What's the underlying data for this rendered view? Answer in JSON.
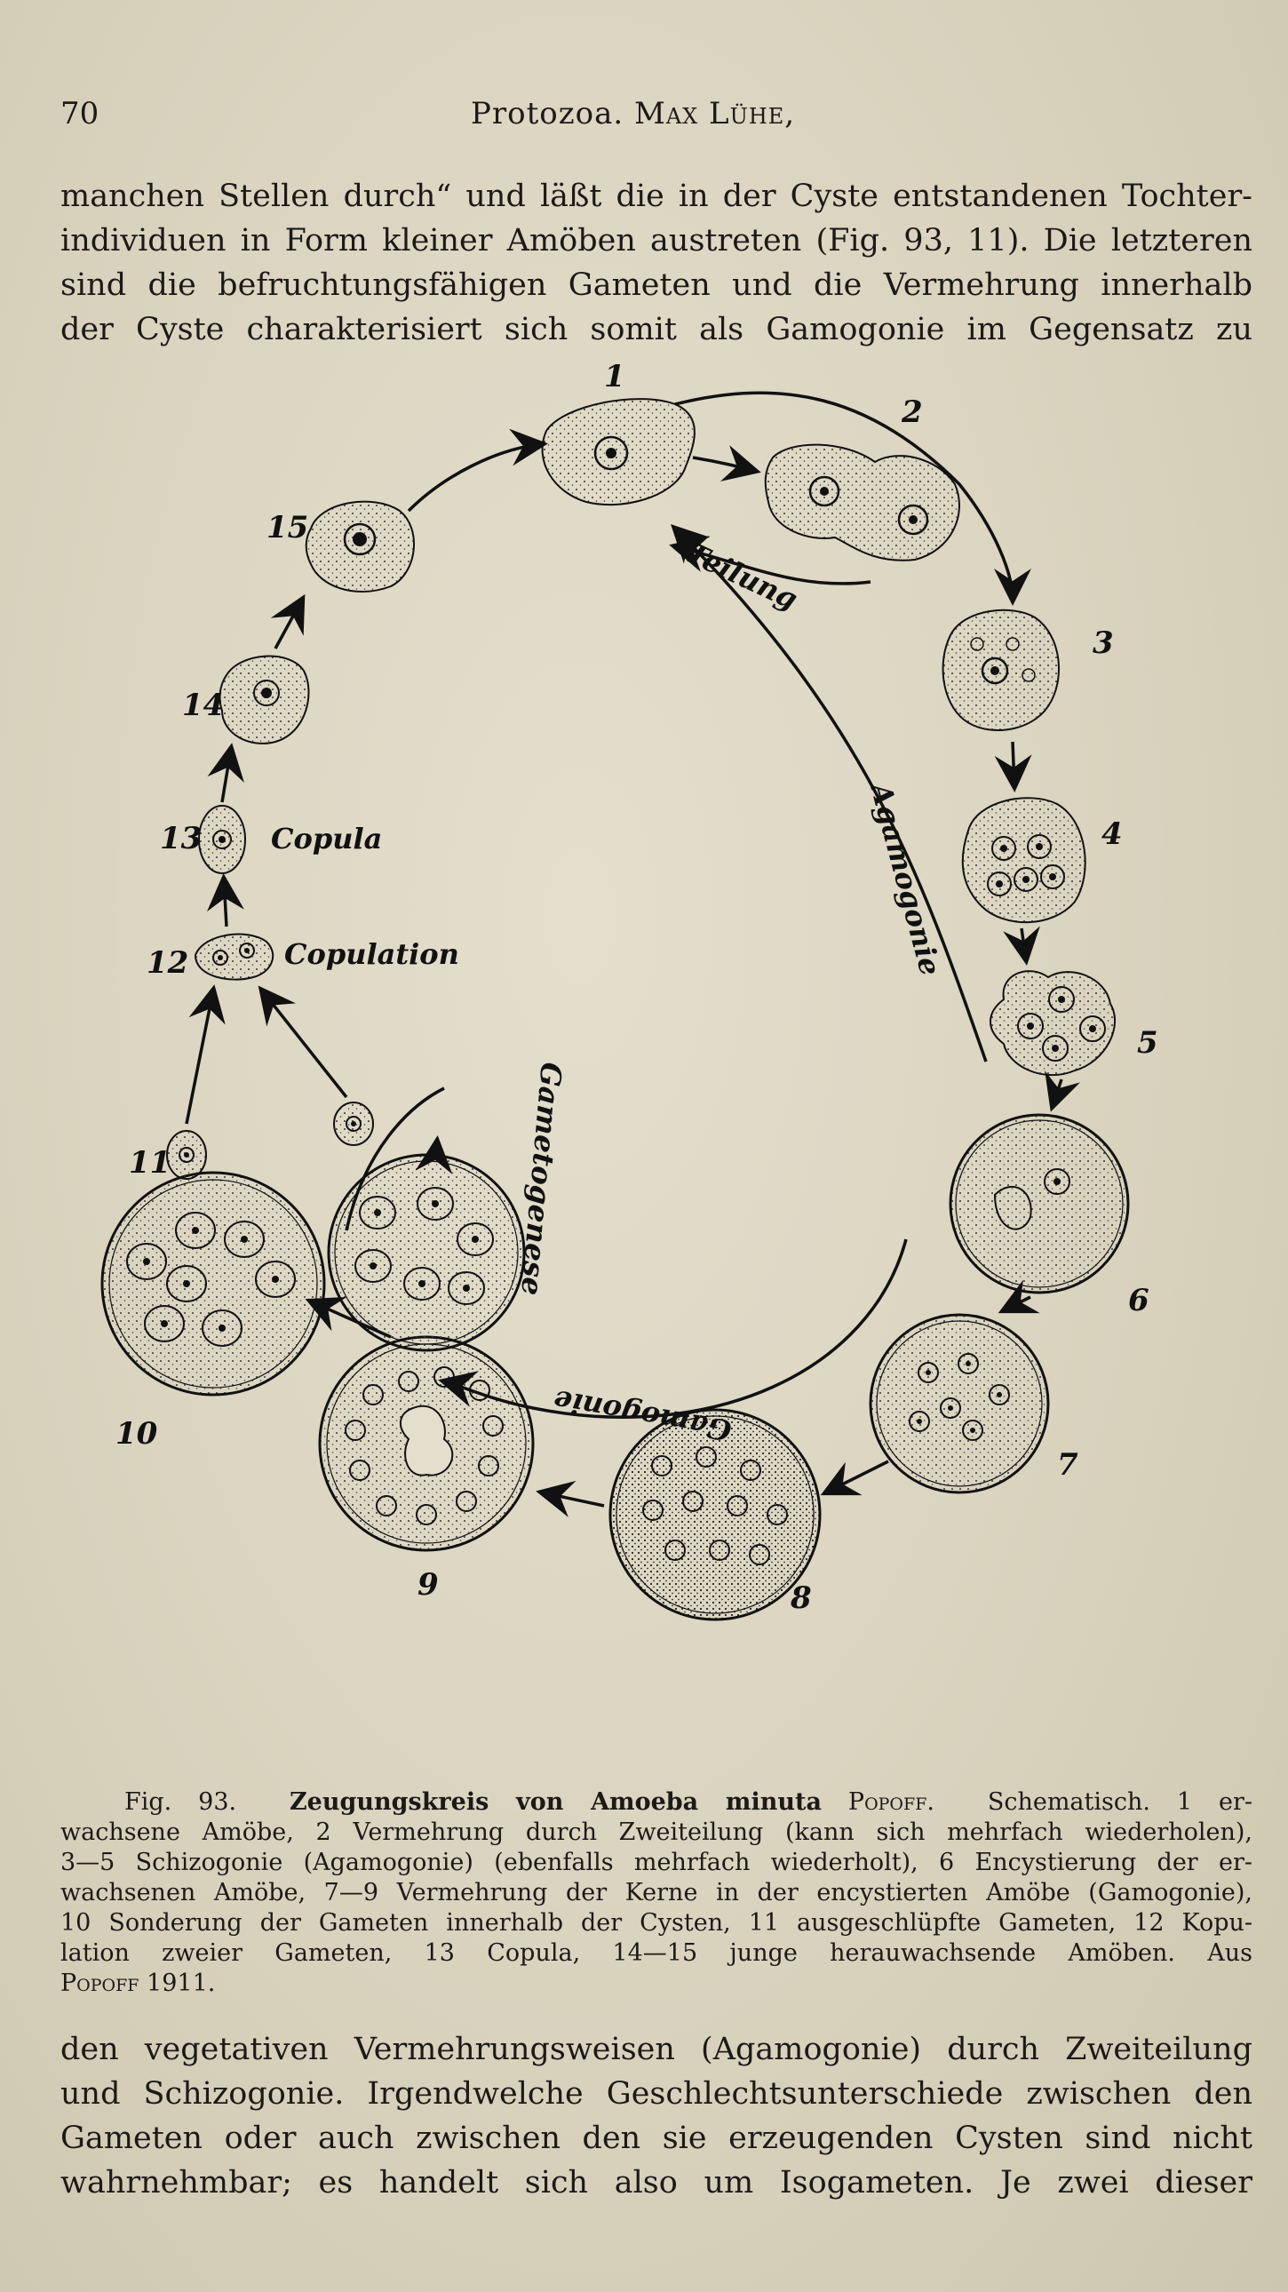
{
  "header": {
    "page_number": "70",
    "running_head_title": "Protozoa.",
    "running_head_author": "Max Lühe,"
  },
  "intro_text": {
    "lines": [
      "manchen Stellen durch“ und läßt die in der Cyste entstandenen Tochter-",
      "individuen in Form kleiner Amöben austreten (Fig. 93, 11). Die letzteren",
      "sind die befruchtungsfähigen Gameten und die Vermehrung innerhalb",
      "der Cyste charakterisiert sich somit als Gamogonie im Gegensatz zu"
    ]
  },
  "figure": {
    "labels": {
      "n1": "1",
      "n2": "2",
      "n3": "3",
      "n4": "4",
      "n5": "5",
      "n6": "6",
      "n7": "7",
      "n8": "8",
      "n9": "9",
      "n10": "10",
      "n11": "11",
      "n12": "12",
      "n13": "13",
      "n14": "14",
      "n15": "15"
    },
    "annotations": {
      "teilung": "Teilung",
      "agamogonie": "Agamogonie",
      "gametogenese": "Gametogenese",
      "gamogonie": "Gamogonie",
      "copula": "Copula",
      "copulation": "Copulation"
    }
  },
  "caption": {
    "fig_label": "Fig. 93.",
    "title": "Zeugungskreis von Amoeba minuta",
    "author": "Popoff.",
    "lines": [
      "wachsene Amöbe, 2 Vermehrung durch Zweiteilung (kann sich mehrfach wiederholen),",
      "3—5 Schizogonie (Agamogonie) (ebenfalls mehrfach wiederholt), 6 Encystierung der er-",
      "wachsenen Amöbe, 7—9 Vermehrung der Kerne in der encystierten Amöbe (Gamogonie),",
      "10 Sonderung der Gameten innerhalb der Cysten, 11 ausgeschlüpfte Gameten, 12 Kopu-",
      "lation zweier Gameten, 13 Copula, 14—15 junge herauwachsende Amöben. Aus",
      "Popoff 1911."
    ],
    "first_line_tail": "Schematisch. 1 er-"
  },
  "outro_text": {
    "lines": [
      "den vegetativen Vermehrungsweisen (Agamogonie) durch Zweiteilung",
      "und Schizogonie. Irgendwelche Geschlechtsunterschiede zwischen den",
      "Gameten oder auch zwischen den sie erzeugenden Cysten sind nicht",
      "wahrnehmbar; es handelt sich also um Isogameten. Je zwei dieser"
    ]
  }
}
